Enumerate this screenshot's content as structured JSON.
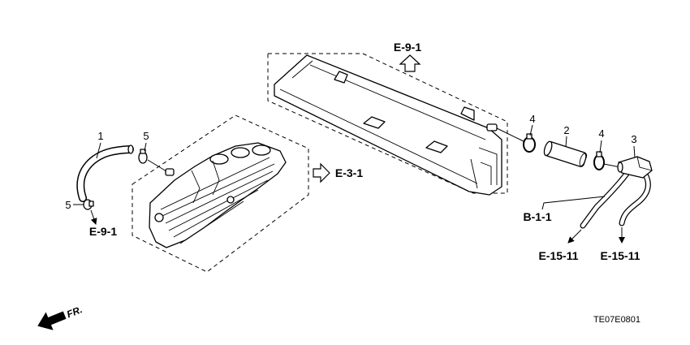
{
  "callouts": [
    {
      "num": "1"
    },
    {
      "num": "5"
    },
    {
      "num": "5"
    },
    {
      "num": "4"
    },
    {
      "num": "2"
    },
    {
      "num": "4"
    },
    {
      "num": "3"
    }
  ],
  "references": {
    "top": "E-9-1",
    "middle": "E-3-1",
    "left": "E-9-1",
    "right_upper": "B-1-1",
    "bottom_left": "E-15-11",
    "bottom_right": "E-15-11"
  },
  "direction_label": "FR.",
  "drawing_code": "TE07E0801"
}
